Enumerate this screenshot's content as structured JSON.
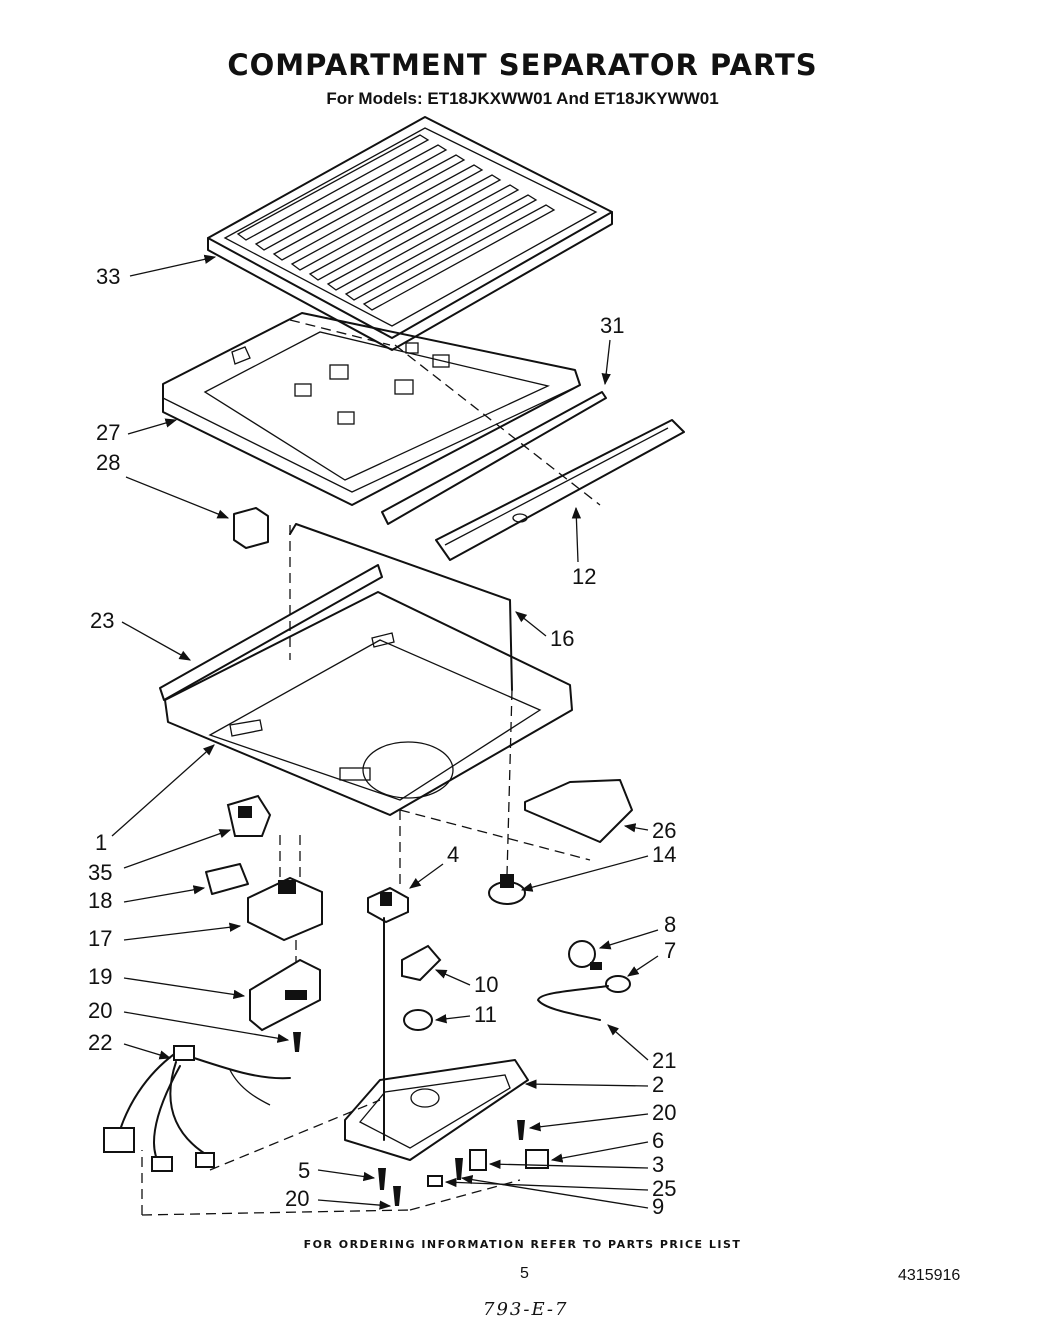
{
  "header": {
    "title": "COMPARTMENT SEPARATOR PARTS",
    "subtitle": "For Models: ET18JKXWW01 And ET18JKYWW01"
  },
  "callouts": [
    "33",
    "31",
    "27",
    "28",
    "12",
    "23",
    "16",
    "1",
    "26",
    "35",
    "14",
    "4",
    "18",
    "17",
    "8",
    "7",
    "19",
    "10",
    "11",
    "20",
    "21",
    "22",
    "2",
    "20",
    "6",
    "5",
    "3",
    "25",
    "20",
    "9"
  ],
  "footer": {
    "ordering_note": "FOR ORDERING INFORMATION REFER TO PARTS PRICE LIST",
    "page_number": "5",
    "document_number": "4315916",
    "handwritten_note": "793-E-7"
  }
}
